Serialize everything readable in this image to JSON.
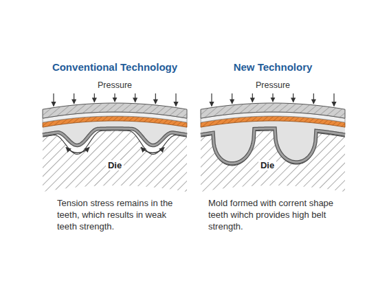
{
  "diagram": {
    "labels": [
      "Conventional Technology",
      "New Technolory",
      "Pressure",
      "Pressure",
      "Die",
      "Die",
      "Tension stress remains in the teeth, which results in weak teeth strength.",
      "Mold formed with corrent shape teeth wihch provides high belt strength."
    ]
  }
}
